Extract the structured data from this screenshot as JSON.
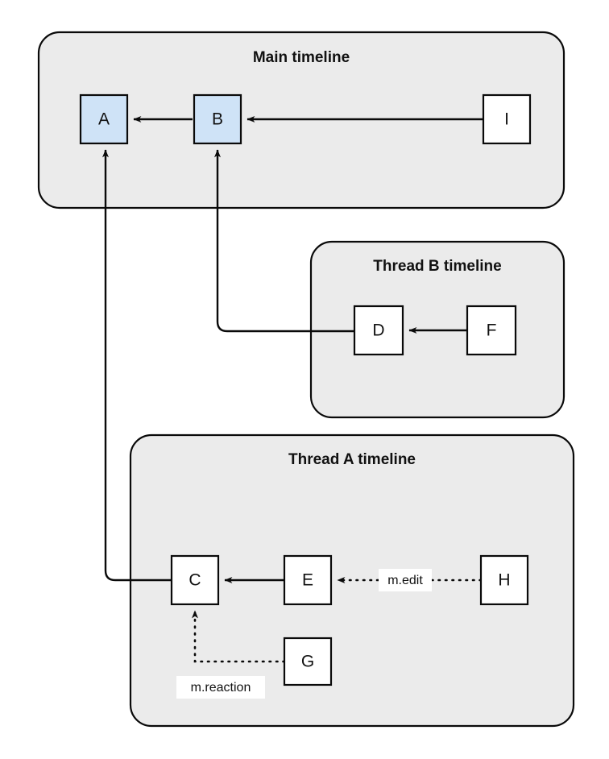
{
  "diagram": {
    "type": "message-timeline-relationship-graph",
    "background": "#ffffff",
    "colors": {
      "group_fill": "#ebebeb",
      "group_stroke": "#0a0a0a",
      "node_fill_default": "#ffffff",
      "node_fill_highlight": "#cfe3f7",
      "node_stroke": "#0a0a0a",
      "edge_stroke": "#0a0a0a",
      "label_bg": "#ffffff",
      "text": "#111111"
    },
    "groups": [
      {
        "id": "main",
        "title": "Main timeline"
      },
      {
        "id": "thread_b",
        "title": "Thread B timeline"
      },
      {
        "id": "thread_a",
        "title": "Thread A timeline"
      }
    ],
    "nodes": [
      {
        "id": "A",
        "label": "A",
        "group": "main",
        "highlighted": true
      },
      {
        "id": "B",
        "label": "B",
        "group": "main",
        "highlighted": true
      },
      {
        "id": "I",
        "label": "I",
        "group": "main",
        "highlighted": false
      },
      {
        "id": "D",
        "label": "D",
        "group": "thread_b",
        "highlighted": false
      },
      {
        "id": "F",
        "label": "F",
        "group": "thread_b",
        "highlighted": false
      },
      {
        "id": "C",
        "label": "C",
        "group": "thread_a",
        "highlighted": false
      },
      {
        "id": "E",
        "label": "E",
        "group": "thread_a",
        "highlighted": false
      },
      {
        "id": "H",
        "label": "H",
        "group": "thread_a",
        "highlighted": false
      },
      {
        "id": "G",
        "label": "G",
        "group": "thread_a",
        "highlighted": false
      }
    ],
    "edges": [
      {
        "from": "B",
        "to": "A",
        "style": "solid",
        "label": ""
      },
      {
        "from": "I",
        "to": "B",
        "style": "solid",
        "label": ""
      },
      {
        "from": "D",
        "to": "B",
        "style": "solid",
        "label": ""
      },
      {
        "from": "F",
        "to": "D",
        "style": "solid",
        "label": ""
      },
      {
        "from": "C",
        "to": "A",
        "style": "solid",
        "label": ""
      },
      {
        "from": "E",
        "to": "C",
        "style": "solid",
        "label": ""
      },
      {
        "from": "H",
        "to": "E",
        "style": "dotted",
        "label": "m.edit"
      },
      {
        "from": "G",
        "to": "C",
        "style": "dotted",
        "label": "m.reaction"
      }
    ],
    "edge_labels": {
      "m_edit": "m.edit",
      "m_reaction": "m.reaction"
    }
  }
}
